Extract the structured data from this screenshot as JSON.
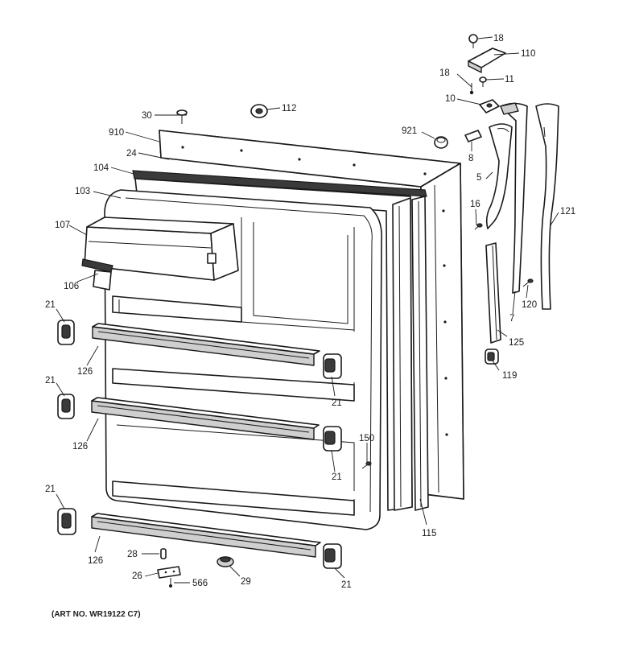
{
  "art_number": "(ART NO. WR19122 C7)",
  "callouts": {
    "c18a": "18",
    "c110": "110",
    "c18b": "18",
    "c11": "11",
    "c10": "10",
    "c30": "30",
    "c112": "112",
    "c910": "910",
    "c921": "921",
    "c8": "8",
    "c24": "24",
    "c104": "104",
    "c5": "5",
    "c103": "103",
    "c16": "16",
    "c121": "121",
    "c107": "107",
    "c106": "106",
    "c120": "120",
    "c7": "7",
    "c21a": "21",
    "c125": "125",
    "c126a": "126",
    "c119": "119",
    "c21b": "21",
    "c21c": "21",
    "c126b": "126",
    "c150": "150",
    "c21d": "21",
    "c21e": "21",
    "c115": "115",
    "c28": "28",
    "c126c": "126",
    "c26": "26",
    "c566": "566",
    "c29": "29",
    "c21f": "21"
  }
}
